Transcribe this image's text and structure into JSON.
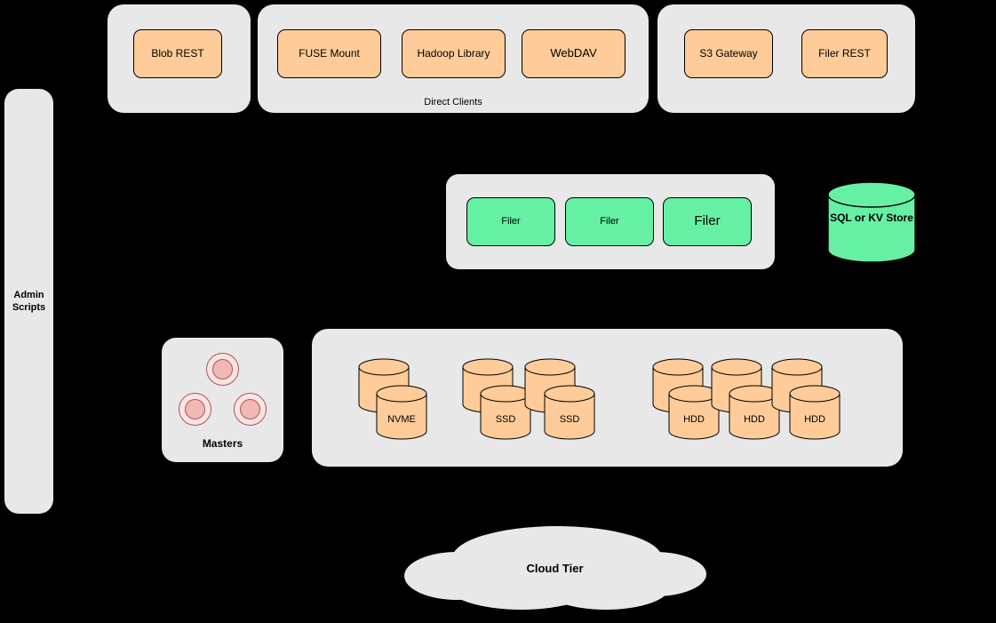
{
  "colors": {
    "background": "#000000",
    "panel_gray": "#e8e8e8",
    "node_orange": "#ffcc99",
    "node_green": "#66f0a4",
    "master_pink": "#f3b8b4",
    "stroke": "#000000"
  },
  "client_groups": {
    "blob": {
      "buttons": [
        {
          "label": "Blob REST"
        }
      ]
    },
    "direct_clients": {
      "caption": "Direct Clients",
      "buttons": [
        {
          "label": "FUSE Mount"
        },
        {
          "label": "Hadoop Library"
        },
        {
          "label": "WebDAV"
        }
      ]
    },
    "gateways": {
      "buttons": [
        {
          "label": "S3 Gateway"
        },
        {
          "label": "Filer REST"
        }
      ]
    }
  },
  "admin": {
    "label": "Admin Scripts"
  },
  "filers": {
    "items": [
      {
        "label": "Filer"
      },
      {
        "label": "Filer"
      },
      {
        "label": "Filer"
      }
    ]
  },
  "metadata_store": {
    "label": "SQL or KV Store"
  },
  "masters": {
    "label": "Masters"
  },
  "volume_servers": {
    "disks": [
      {
        "label": "NVME"
      },
      {
        "label": "SSD"
      },
      {
        "label": "SSD"
      },
      {
        "label": "HDD"
      },
      {
        "label": "HDD"
      },
      {
        "label": "HDD"
      }
    ]
  },
  "cloud": {
    "label": "Cloud Tier"
  }
}
